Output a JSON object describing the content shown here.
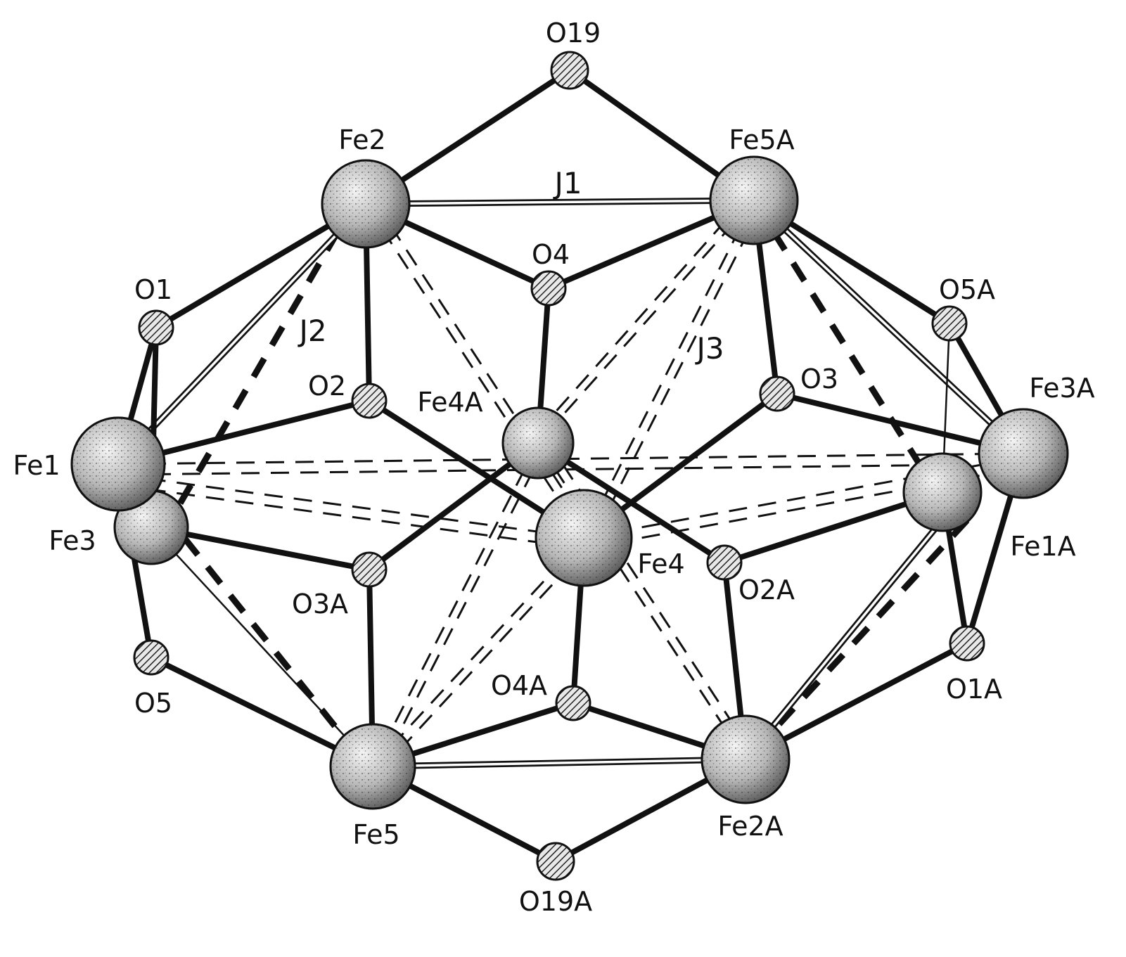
{
  "atoms": {
    "O19": {
      "label": "O19",
      "element": "O"
    },
    "Fe2": {
      "label": "Fe2",
      "element": "Fe"
    },
    "Fe5A": {
      "label": "Fe5A",
      "element": "Fe"
    },
    "O1": {
      "label": "O1",
      "element": "O"
    },
    "O4": {
      "label": "O4",
      "element": "O"
    },
    "O5A": {
      "label": "O5A",
      "element": "O"
    },
    "O2": {
      "label": "O2",
      "element": "O"
    },
    "Fe4A": {
      "label": "Fe4A",
      "element": "Fe"
    },
    "O3": {
      "label": "O3",
      "element": "O"
    },
    "Fe3A": {
      "label": "Fe3A",
      "element": "Fe"
    },
    "Fe1": {
      "label": "Fe1",
      "element": "Fe"
    },
    "Fe3": {
      "label": "Fe3",
      "element": "Fe"
    },
    "Fe4": {
      "label": "Fe4",
      "element": "Fe"
    },
    "Fe1A": {
      "label": "Fe1A",
      "element": "Fe"
    },
    "O3A": {
      "label": "O3A",
      "element": "O"
    },
    "O2A": {
      "label": "O2A",
      "element": "O"
    },
    "O5": {
      "label": "O5",
      "element": "O"
    },
    "O4A": {
      "label": "O4A",
      "element": "O"
    },
    "O1A": {
      "label": "O1A",
      "element": "O"
    },
    "Fe5": {
      "label": "Fe5",
      "element": "Fe"
    },
    "Fe2A": {
      "label": "Fe2A",
      "element": "Fe"
    },
    "O19A": {
      "label": "O19A",
      "element": "O"
    }
  },
  "coupling_labels": {
    "J1": "J1",
    "J2": "J2",
    "J3": "J3"
  },
  "colors": {
    "ink": "#111111",
    "background": "#ffffff",
    "fe_sphere_light": "#f2f2f2",
    "fe_sphere_dark": "#5a5a5a",
    "o_sphere_fill": "#bdbdbd"
  }
}
